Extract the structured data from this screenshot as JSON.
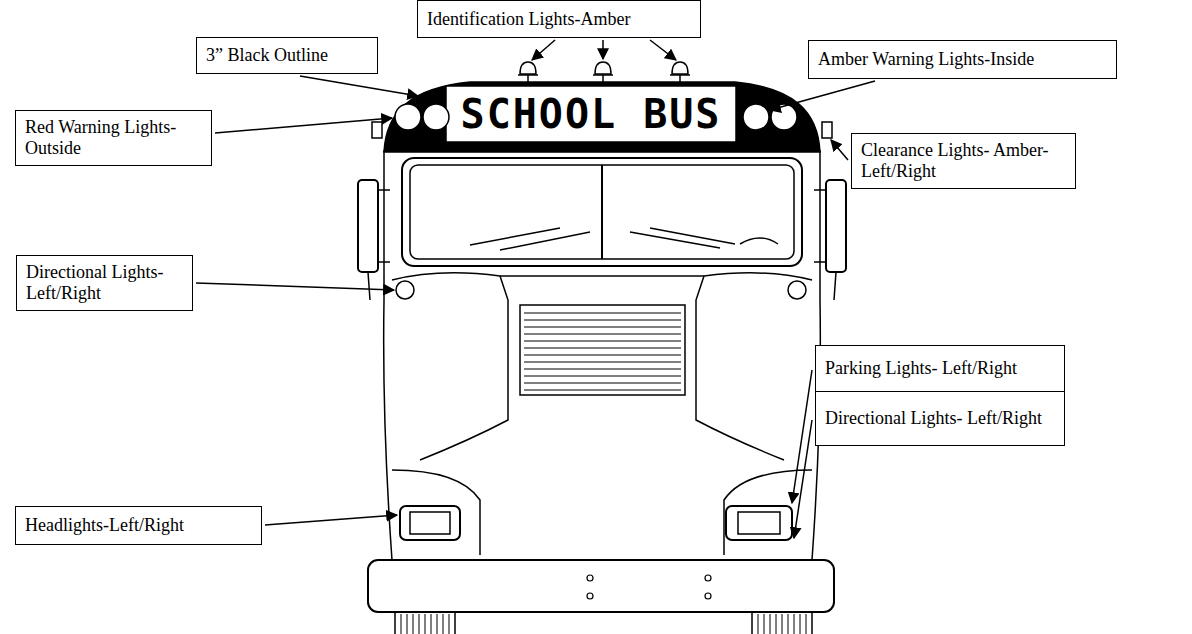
{
  "diagram": {
    "nodes": [
      {
        "text": [
          "Identification Lights-Amber"
        ]
      },
      {
        "text": [
          "3” Black Outline"
        ]
      },
      {
        "text": [
          "Amber Warning Lights-Inside"
        ]
      },
      {
        "text": [
          "Red Warning Lights- Outside"
        ]
      },
      {
        "text": [
          "Clearance Lights- Amber- Left/Right"
        ]
      },
      {
        "text": [
          "Directional Lights- Left/Right"
        ]
      },
      {
        "text": [
          "Parking Lights- Left/Right"
        ]
      },
      {
        "text": [
          "Headlights-Left/Right"
        ]
      },
      {
        "text": [
          "Directional Lights- Left/Right"
        ]
      }
    ],
    "labels": [
      "SCHOOL BUS"
    ]
  }
}
